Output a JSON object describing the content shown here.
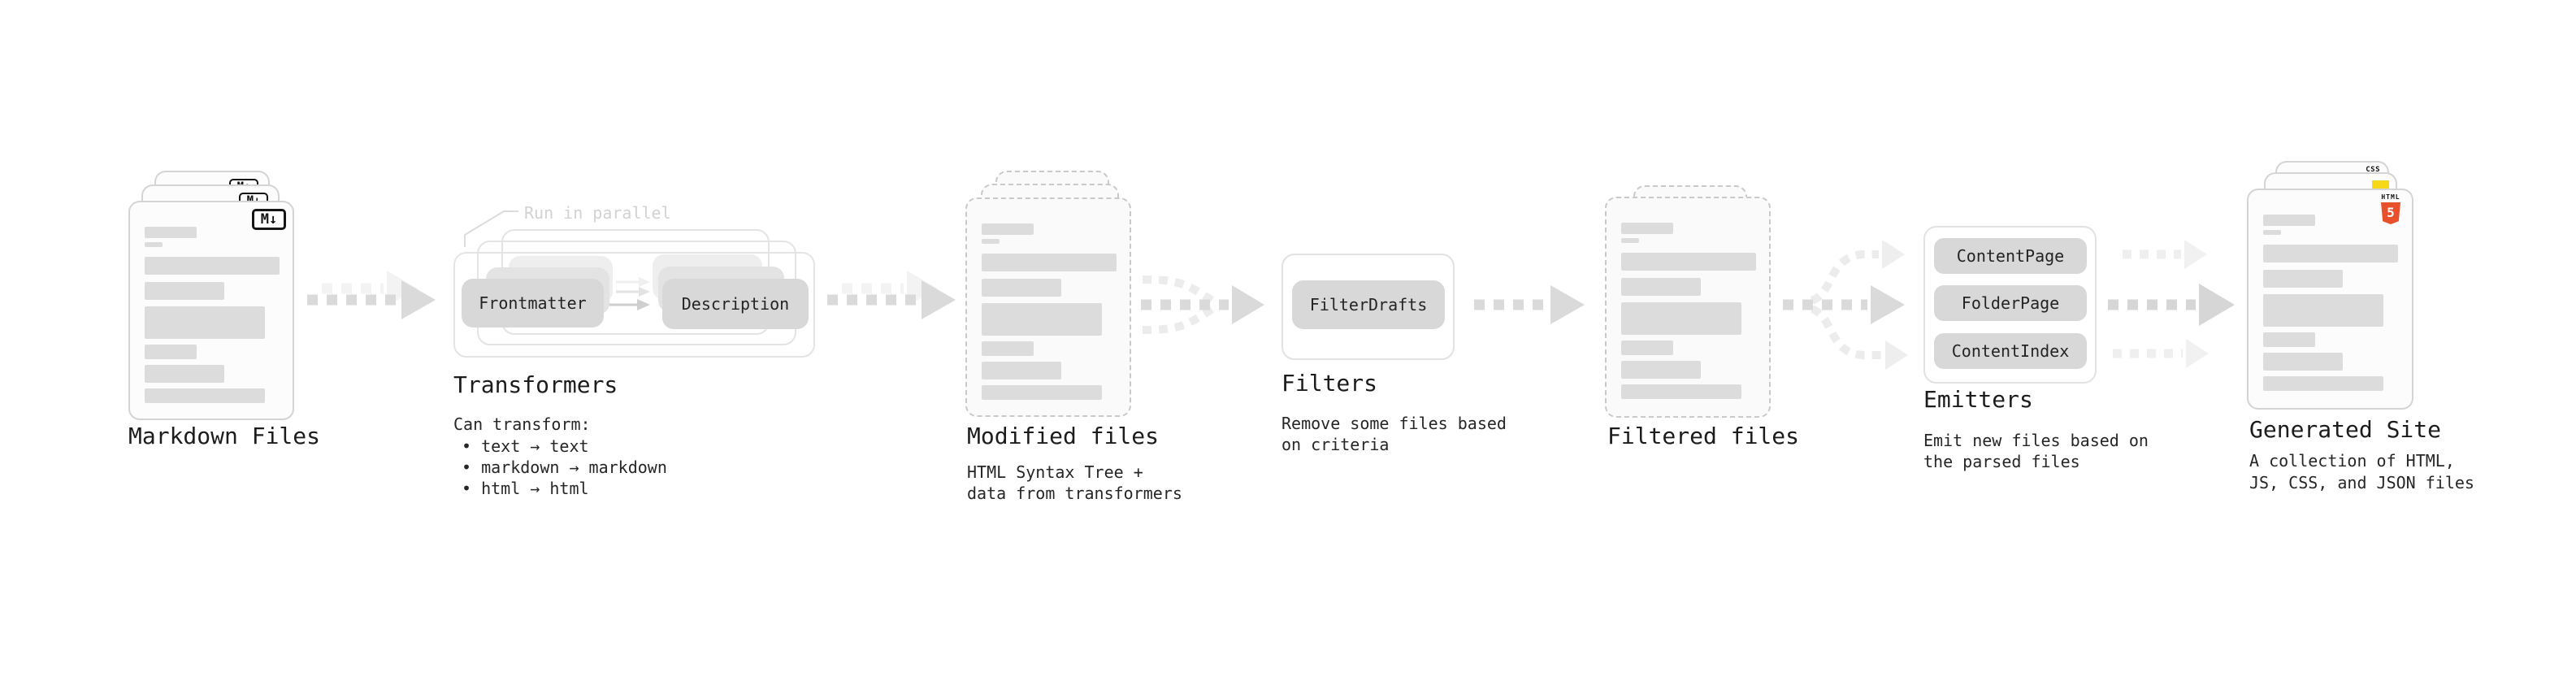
{
  "diagram": {
    "markdown": {
      "label": "Markdown Files",
      "badge": "M↓"
    },
    "transformers": {
      "note": "Run in parallel",
      "pill_left": "Frontmatter",
      "pill_right": "Description",
      "title": "Transformers",
      "desc_title": "Can transform:",
      "bullets": [
        "• text → text",
        "• markdown → markdown",
        "• html → html"
      ]
    },
    "modified": {
      "label": "Modified files",
      "sub1": "HTML Syntax Tree +",
      "sub2": "data from transformers"
    },
    "filters": {
      "title": "Filters",
      "pill": "FilterDrafts",
      "sub1": "Remove some files based",
      "sub2": "on criteria"
    },
    "filtered": {
      "label": "Filtered files"
    },
    "emitters": {
      "title": "Emitters",
      "pills": [
        "ContentPage",
        "FolderPage",
        "ContentIndex"
      ],
      "sub1": "Emit new files based on",
      "sub2": "the parsed files"
    },
    "generated": {
      "label": "Generated Site",
      "sub1": "A collection of HTML,",
      "sub2": "JS, CSS, and JSON files",
      "badge_css": "CSS",
      "badge_html": "HTML",
      "badge_html_number": "5"
    }
  },
  "colors": {
    "html5_orange": "#e8502c",
    "js_yellow": "#f5d818",
    "css_blue": "#2b57f0",
    "doc_bar": "#dcdcdc",
    "pill_fill": "#d8d8d8",
    "arrow_gray": "#dadada",
    "arrow_light": "#ececec",
    "text_dark": "#1c1c1c",
    "note_gray": "#d2d2d2"
  }
}
